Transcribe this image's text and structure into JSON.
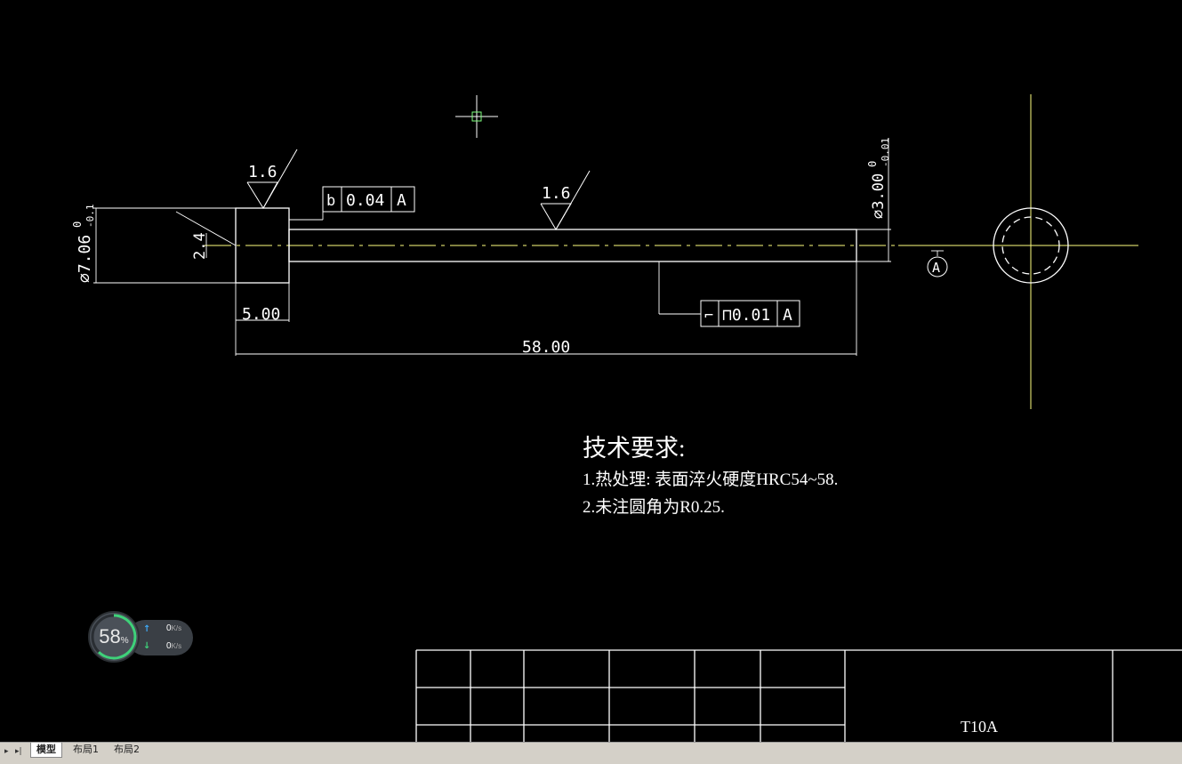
{
  "drawing": {
    "dims": {
      "len_total": "58.00",
      "len_head": "5.00",
      "dia_head": "⌀7.06",
      "dia_head_tol": "-0.1",
      "dia_head_tol_upper": "0",
      "dia_pin": "⌀3.00",
      "dia_pin_tol_upper": "0",
      "dia_pin_tol": "-0.01",
      "head_chamfer": "2.4"
    },
    "roughness": [
      "1.6",
      "1.6"
    ],
    "fcf_perp": {
      "symbol": "b",
      "value": "0.04",
      "datum": "A"
    },
    "fcf_runout": {
      "symbol": "⌐",
      "value": "⊓0.01",
      "datum": "A"
    },
    "datum_label": "A",
    "tech_req": {
      "title": "技术要求:",
      "lines": [
        "1.热处理: 表面淬火硬度HRC54~58.",
        "2.未注圆角为R0.25."
      ]
    },
    "title_block": {
      "material": "T10A"
    }
  },
  "colors": {
    "line": "#ffffff",
    "centerline": "#ffff80",
    "cursor": "#7fff7f",
    "background": "#000000"
  },
  "net_widget": {
    "percent": "58",
    "percent_unit": "%",
    "up_rate": "0",
    "down_rate": "0",
    "rate_unit": "K/s"
  },
  "tabs": [
    {
      "label": "模型",
      "active": true
    },
    {
      "label": "布局1",
      "active": false
    },
    {
      "label": "布局2",
      "active": false
    }
  ]
}
